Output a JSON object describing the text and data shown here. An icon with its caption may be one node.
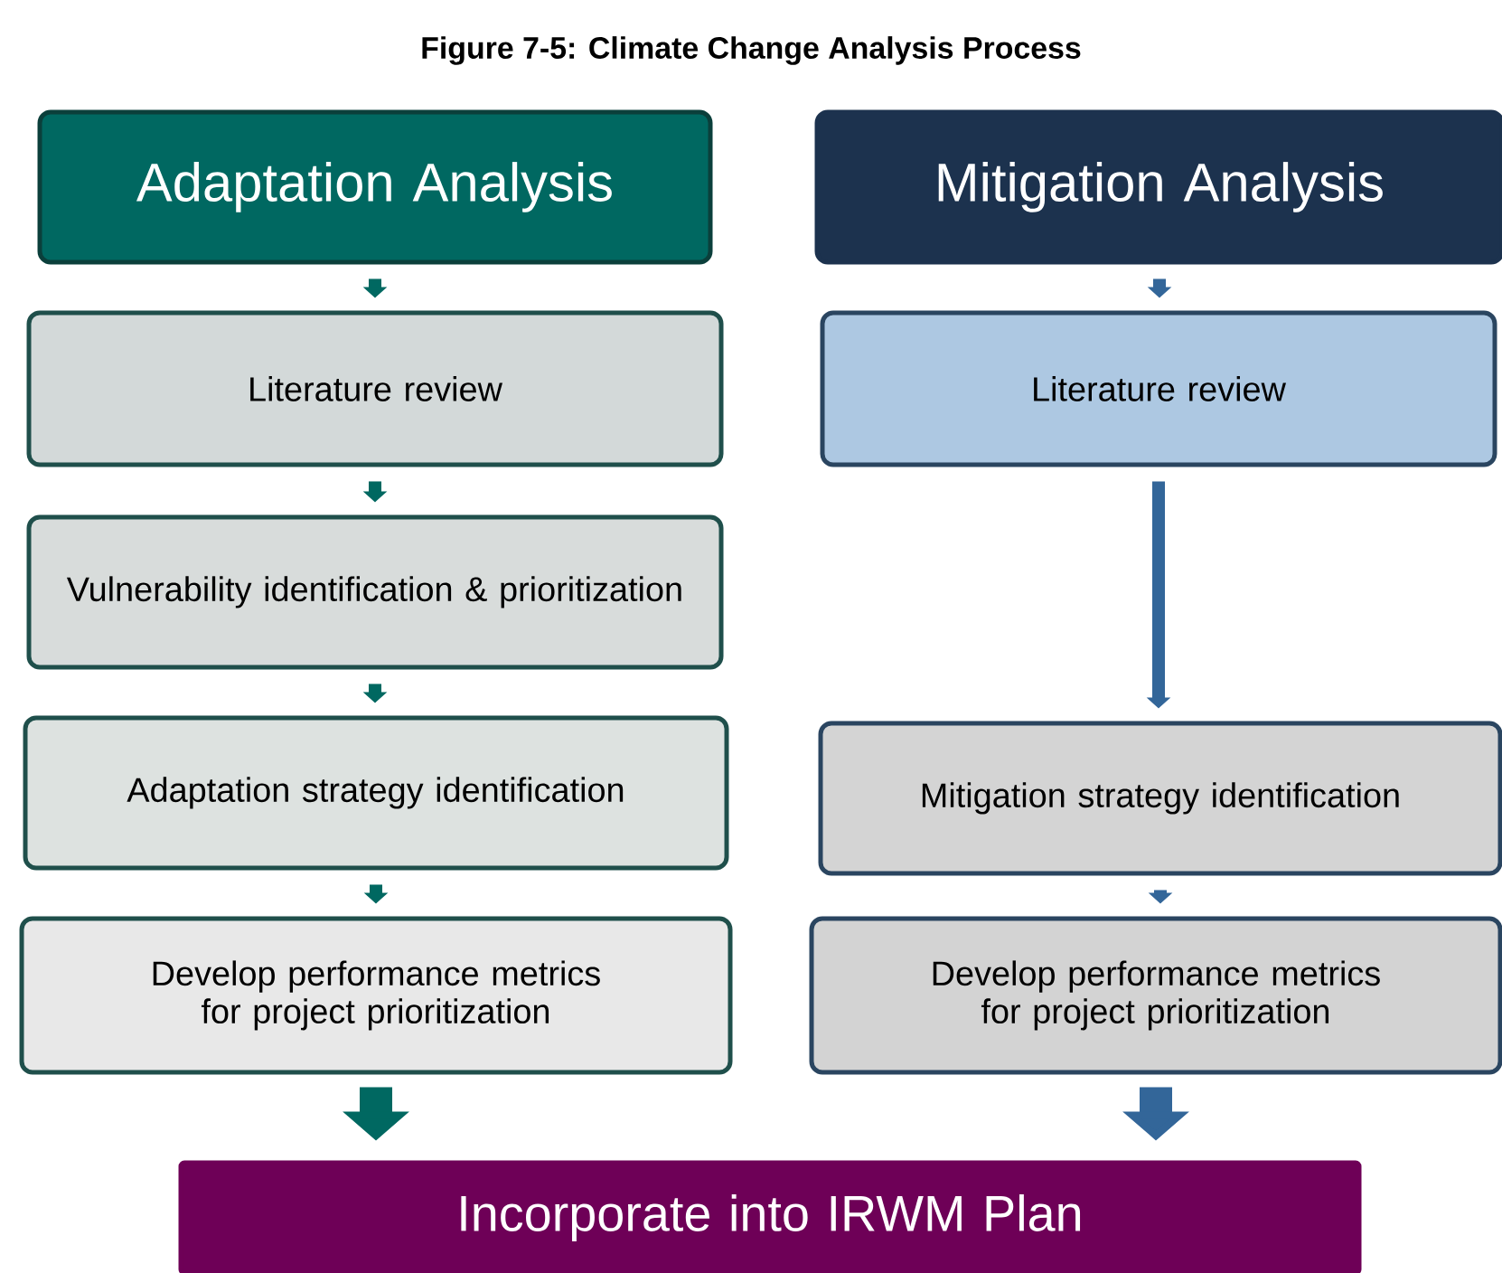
{
  "diagram": {
    "title": "Figure 7-5: Climate Change Analysis Process",
    "nodes": [
      {
        "text": [
          "Adaptation Analysis"
        ]
      },
      {
        "text": [
          "Literature review"
        ]
      },
      {
        "text": [
          "Vulnerability identification & prioritization"
        ]
      },
      {
        "text": [
          "Adaptation strategy identification"
        ]
      },
      {
        "text": [
          "Develop performance metrics for project prioritization"
        ]
      },
      {
        "text": [
          "Mitigation Analysis"
        ]
      },
      {
        "text": [
          "Literature review"
        ]
      },
      {
        "text": [
          "Mitigation strategy identification"
        ]
      },
      {
        "text": [
          "Develop performance metrics for project prioritization"
        ]
      },
      {
        "text": [
          "Incorporate into IRWM Plan"
        ]
      }
    ],
    "edges": [
      {
        "from": 0,
        "to": 1,
        "arrow": "to",
        "color": "#006861"
      },
      {
        "from": 1,
        "to": 2,
        "arrow": "to",
        "color": "#006861"
      },
      {
        "from": 2,
        "to": 3,
        "arrow": "to",
        "color": "#006861"
      },
      {
        "from": 3,
        "to": 4,
        "arrow": "to",
        "color": "#006861"
      },
      {
        "from": 4,
        "to": 9,
        "arrow": "to",
        "style": "thick",
        "color": "#006861"
      },
      {
        "from": 5,
        "to": 6,
        "arrow": "to",
        "color": "#336699"
      },
      {
        "from": 6,
        "to": 7,
        "arrow": "to",
        "color": "#336699"
      },
      {
        "from": 7,
        "to": 8,
        "arrow": "to",
        "color": "#336699"
      },
      {
        "from": 8,
        "to": 9,
        "arrow": "to",
        "style": "thick",
        "color": "#336699"
      }
    ]
  }
}
